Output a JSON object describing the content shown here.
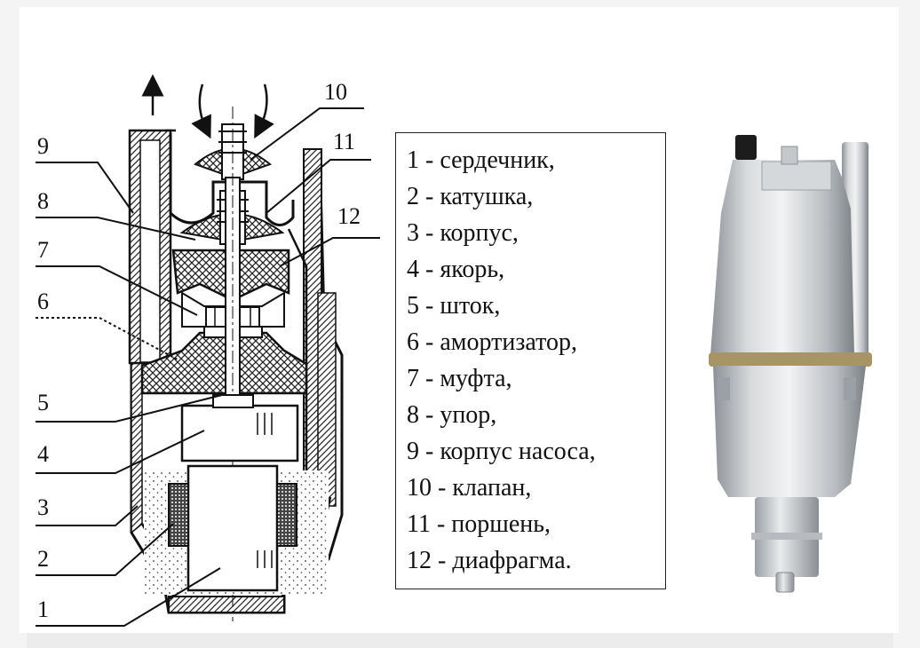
{
  "diagram": {
    "callout_numbers": [
      "10",
      "11",
      "12",
      "9",
      "8",
      "7",
      "6",
      "5",
      "4",
      "3",
      "2",
      "1"
    ],
    "legend": [
      "1 - сердечник,",
      "2 - катушка,",
      "3 - корпус,",
      "4 - якорь,",
      "5 - шток,",
      "6 - амортизатор,",
      "7 - муфта,",
      "8 - упор,",
      "9 - корпус насоса,",
      "10 - клапан,",
      "11 - поршень,",
      "12 - диафрагма."
    ]
  },
  "photo": {
    "body_color": "#c9ccd0",
    "band_color": "#a89566",
    "shadow_color": "#8d9298"
  }
}
